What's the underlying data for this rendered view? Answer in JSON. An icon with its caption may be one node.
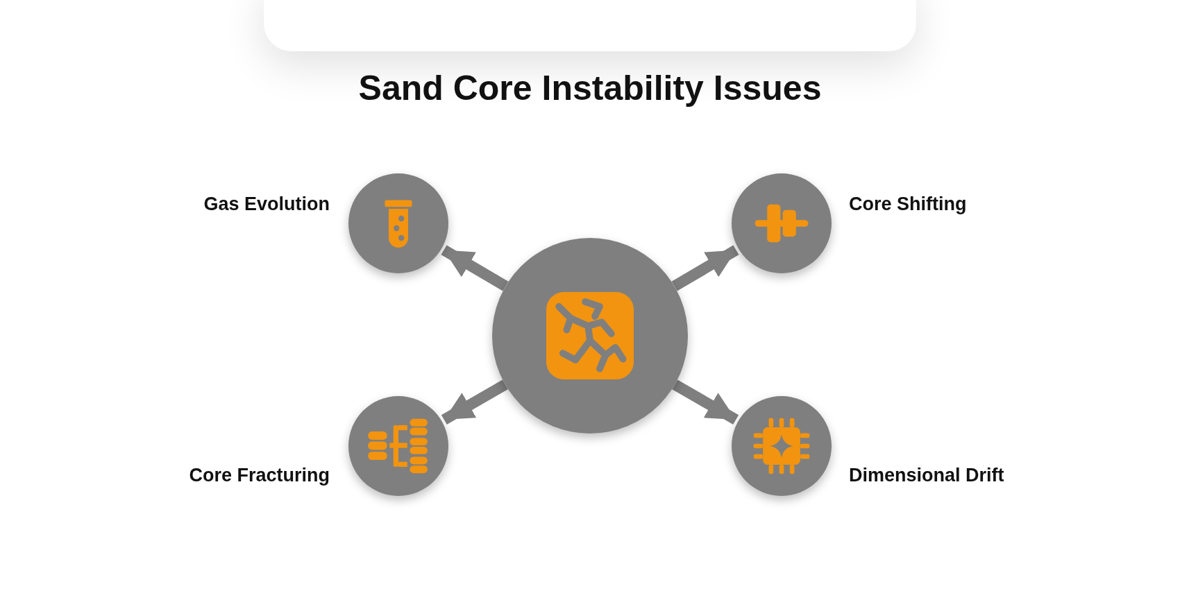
{
  "diagram": {
    "title": "Sand Core Instability Issues",
    "nodes": [
      {
        "text": [],
        "shape": "circle"
      },
      {
        "text": [
          "Gas Evolution"
        ]
      },
      {
        "text": [
          "Core Shifting"
        ]
      },
      {
        "text": [
          "Core Fracturing"
        ]
      },
      {
        "text": [
          "Dimensional Drift"
        ]
      }
    ],
    "edges": [
      {
        "from": 0,
        "to": 1,
        "arrow": "to"
      },
      {
        "from": 0,
        "to": 2,
        "arrow": "to"
      },
      {
        "from": 0,
        "to": 3,
        "arrow": "to"
      },
      {
        "from": 0,
        "to": 4,
        "arrow": "to"
      }
    ]
  }
}
